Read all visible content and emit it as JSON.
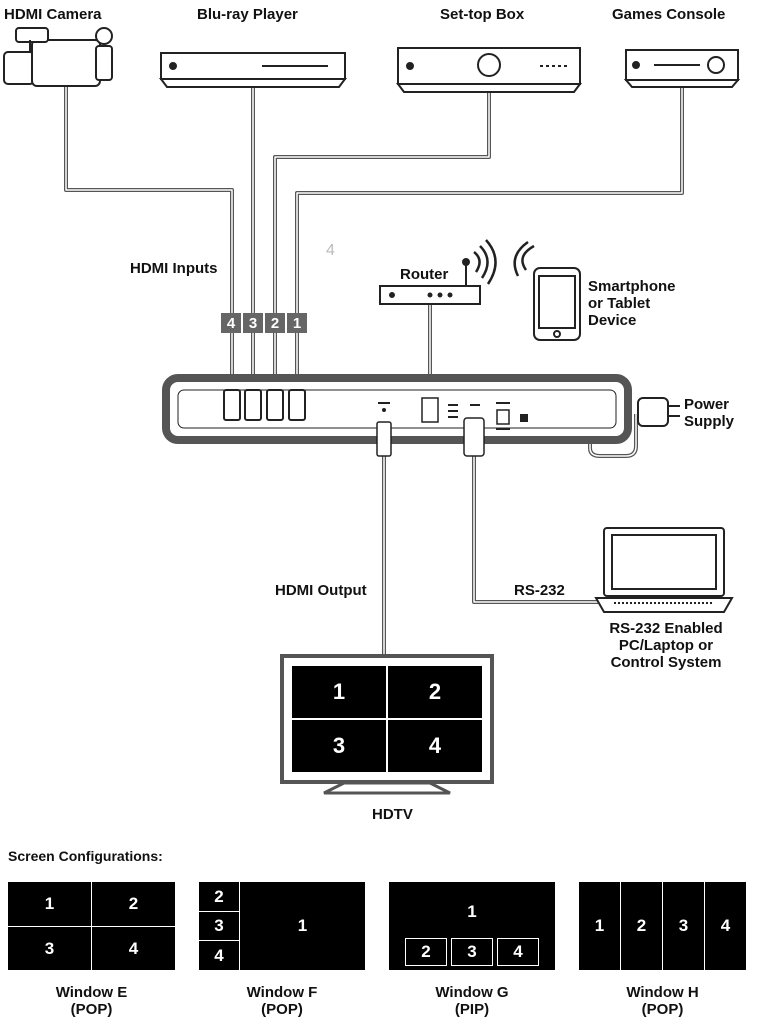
{
  "devices": {
    "hdmi_camera": "HDMI Camera",
    "bluray": "Blu-ray Player",
    "settop": "Set-top Box",
    "games": "Games Console",
    "router": "Router",
    "smartphone": "Smartphone\nor Tablet\nDevice",
    "power": "Power\nSupply",
    "laptop": "RS-232 Enabled\nPC/Laptop or\nControl System",
    "hdtv": "HDTV"
  },
  "labels": {
    "hdmi_inputs": "HDMI Inputs",
    "hdmi_output": "HDMI Output",
    "rs232": "RS-232",
    "faint_mark": "4"
  },
  "input_tags": [
    "4",
    "3",
    "2",
    "1"
  ],
  "tv_cells": [
    "1",
    "2",
    "3",
    "4"
  ],
  "screen_configs": {
    "title": "Screen Configurations:",
    "window_e": {
      "cells": [
        "1",
        "2",
        "3",
        "4"
      ],
      "caption": "Window E\n(POP)"
    },
    "window_f": {
      "side": [
        "2",
        "3",
        "4"
      ],
      "main": "1",
      "caption": "Window F\n(POP)"
    },
    "window_g": {
      "main": "1",
      "pips": [
        "2",
        "3",
        "4"
      ],
      "caption": "Window G\n(PIP)"
    },
    "window_h": {
      "cells": [
        "1",
        "2",
        "3",
        "4"
      ],
      "caption": "Window H\n(POP)"
    }
  }
}
